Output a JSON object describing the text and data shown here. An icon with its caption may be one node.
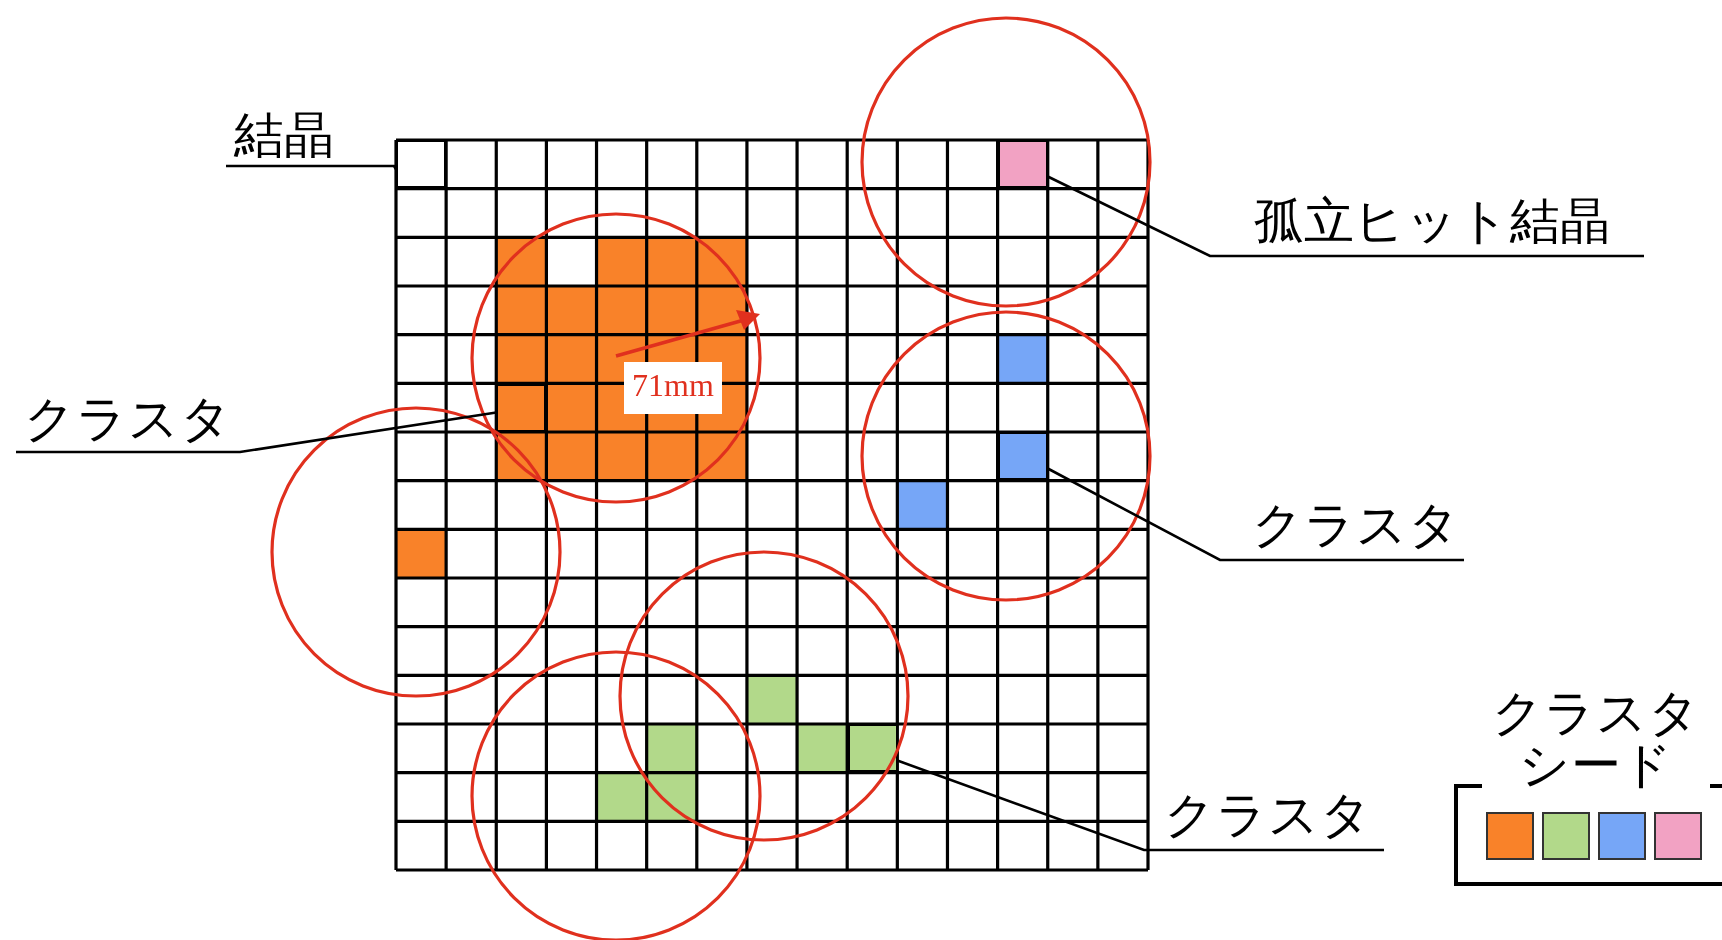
{
  "diagram": {
    "nodes": [
      {
        "text": [
          "結晶"
        ]
      },
      {
        "text": [],
        "shape": "box"
      },
      {
        "text": [
          "クラスタ"
        ]
      },
      {
        "text": [],
        "shape": "box"
      },
      {
        "text": [
          "孤立ヒット結晶"
        ]
      },
      {
        "text": [],
        "shape": "box"
      },
      {
        "text": [
          "クラスタ"
        ]
      },
      {
        "text": [],
        "shape": "box"
      },
      {
        "text": [
          "クラスタ"
        ]
      },
      {
        "text": [],
        "shape": "box"
      },
      {
        "text": [
          "クラスタシード"
        ]
      }
    ],
    "edges": [
      {
        "from": 0,
        "to": 1,
        "arrow": "none"
      },
      {
        "from": 2,
        "to": 3,
        "arrow": "none"
      },
      {
        "from": 4,
        "to": 5,
        "arrow": "none"
      },
      {
        "from": 6,
        "to": 7,
        "arrow": "none"
      },
      {
        "from": 8,
        "to": 9,
        "arrow": "none"
      }
    ],
    "labels": [
      "71mm"
    ]
  }
}
